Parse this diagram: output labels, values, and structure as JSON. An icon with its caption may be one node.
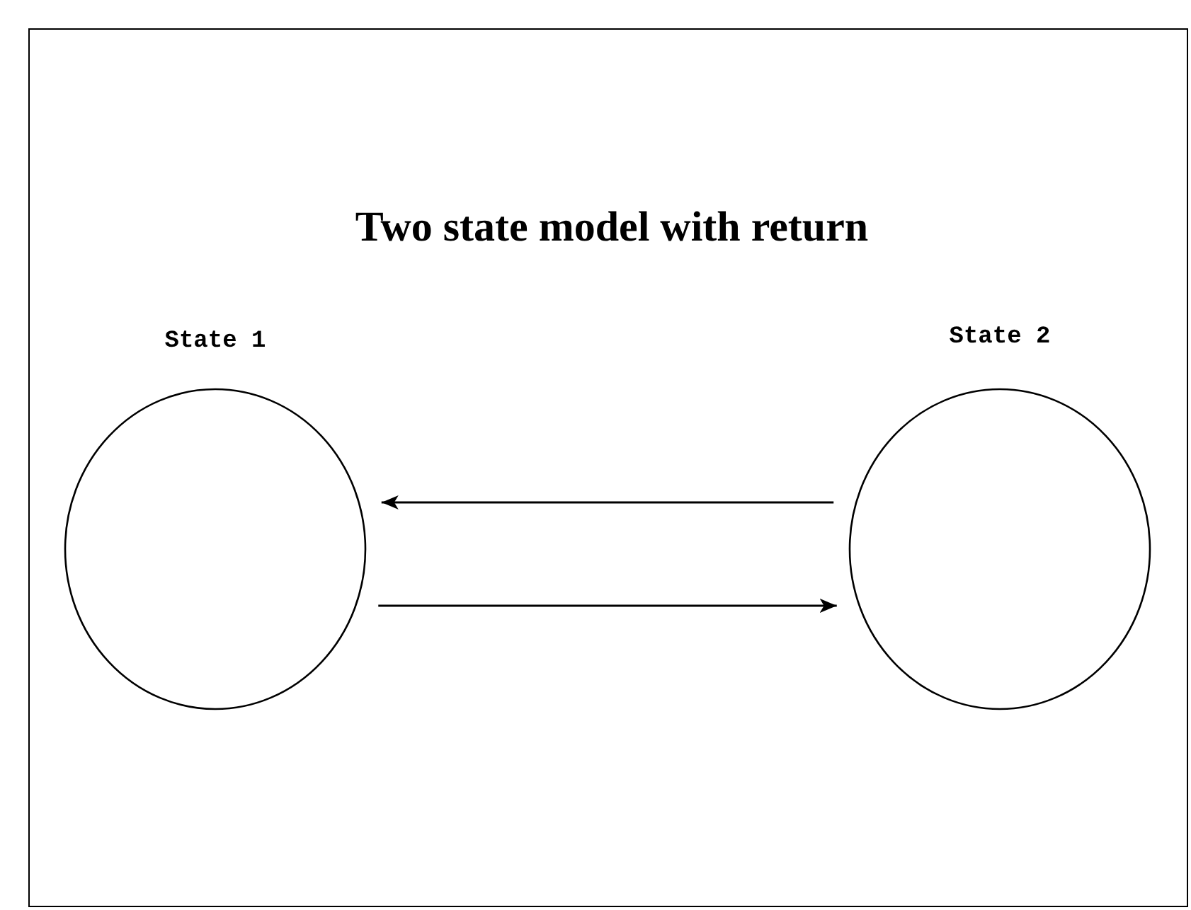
{
  "diagram": {
    "title": "Two state model with return",
    "nodes": [
      {
        "text": [
          "State 1"
        ]
      },
      {
        "text": [
          "State 2"
        ]
      }
    ],
    "edges": [
      {
        "from": 1,
        "to": 0,
        "arrow": "to"
      },
      {
        "from": 0,
        "to": 1,
        "arrow": "to"
      }
    ]
  }
}
